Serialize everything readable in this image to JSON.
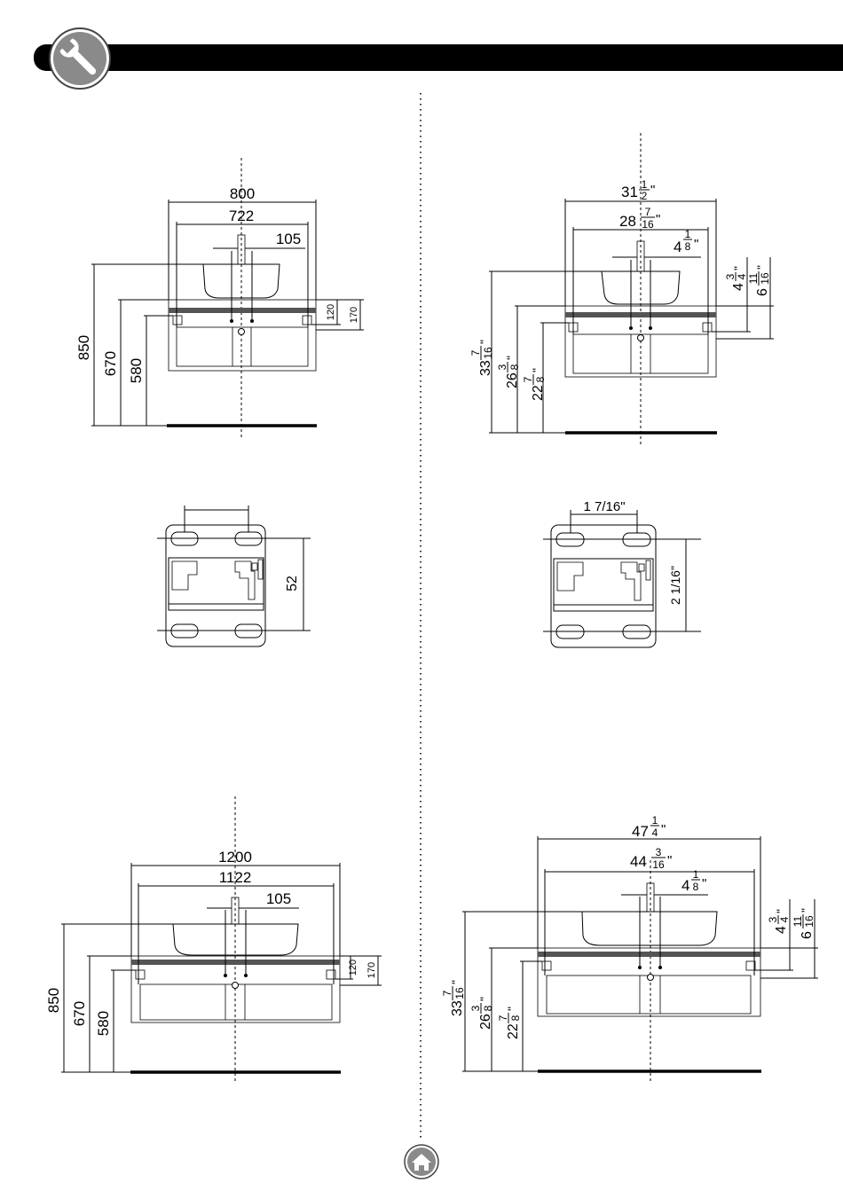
{
  "icons": {
    "header": "wrench-icon",
    "footer": "home-icon"
  },
  "colors": {
    "ink": "#000000",
    "banner": "#000000",
    "badge_fill": "#8a8a8a"
  },
  "drawings": {
    "metric_800": {
      "overall_width": "800",
      "inner_width": "722",
      "faucet_offset": "105",
      "height_total": "850",
      "height_top": "670",
      "height_bottom": "580",
      "counter_a": "120",
      "counter_b": "170"
    },
    "imperial_800": {
      "overall_width": {
        "whole": "31",
        "num": "1",
        "den": "2",
        "unit": "\""
      },
      "inner_width": {
        "whole": "28",
        "num": "7",
        "den": "16",
        "unit": "\""
      },
      "faucet_offset": {
        "whole": "4",
        "num": "1",
        "den": "8",
        "unit": "\""
      },
      "counter_a": {
        "whole": "4",
        "num": "3",
        "den": "4",
        "unit": "\""
      },
      "counter_b": {
        "whole": "6",
        "num": "11",
        "den": "16",
        "unit": "\""
      },
      "height_total": {
        "whole": "33",
        "num": "7",
        "den": "16",
        "unit": "\""
      },
      "height_top": {
        "whole": "26",
        "num": "3",
        "den": "8",
        "unit": "\""
      },
      "height_bottom": {
        "whole": "22",
        "num": "7",
        "den": "8",
        "unit": "\""
      }
    },
    "bracket_metric": {
      "height": "52"
    },
    "bracket_imperial": {
      "width": "1 7/16\"",
      "height": "2 1/16\""
    },
    "metric_1200": {
      "overall_width": "1200",
      "inner_width": "1122",
      "faucet_offset": "105",
      "height_total": "850",
      "height_top": "670",
      "height_bottom": "580",
      "counter_a": "120",
      "counter_b": "170"
    },
    "imperial_1200": {
      "overall_width": {
        "whole": "47",
        "num": "1",
        "den": "4",
        "unit": "\""
      },
      "inner_width": {
        "whole": "44",
        "num": "3",
        "den": "16",
        "unit": "\""
      },
      "faucet_offset": {
        "whole": "4",
        "num": "1",
        "den": "8",
        "unit": "\""
      },
      "counter_a": {
        "whole": "4",
        "num": "3",
        "den": "4",
        "unit": "\""
      },
      "counter_b": {
        "whole": "6",
        "num": "11",
        "den": "16",
        "unit": "\""
      },
      "height_total": {
        "whole": "33",
        "num": "7",
        "den": "16",
        "unit": "\""
      },
      "height_top": {
        "whole": "26",
        "num": "3",
        "den": "8",
        "unit": "\""
      },
      "height_bottom": {
        "whole": "22",
        "num": "7",
        "den": "8",
        "unit": "\""
      }
    }
  }
}
